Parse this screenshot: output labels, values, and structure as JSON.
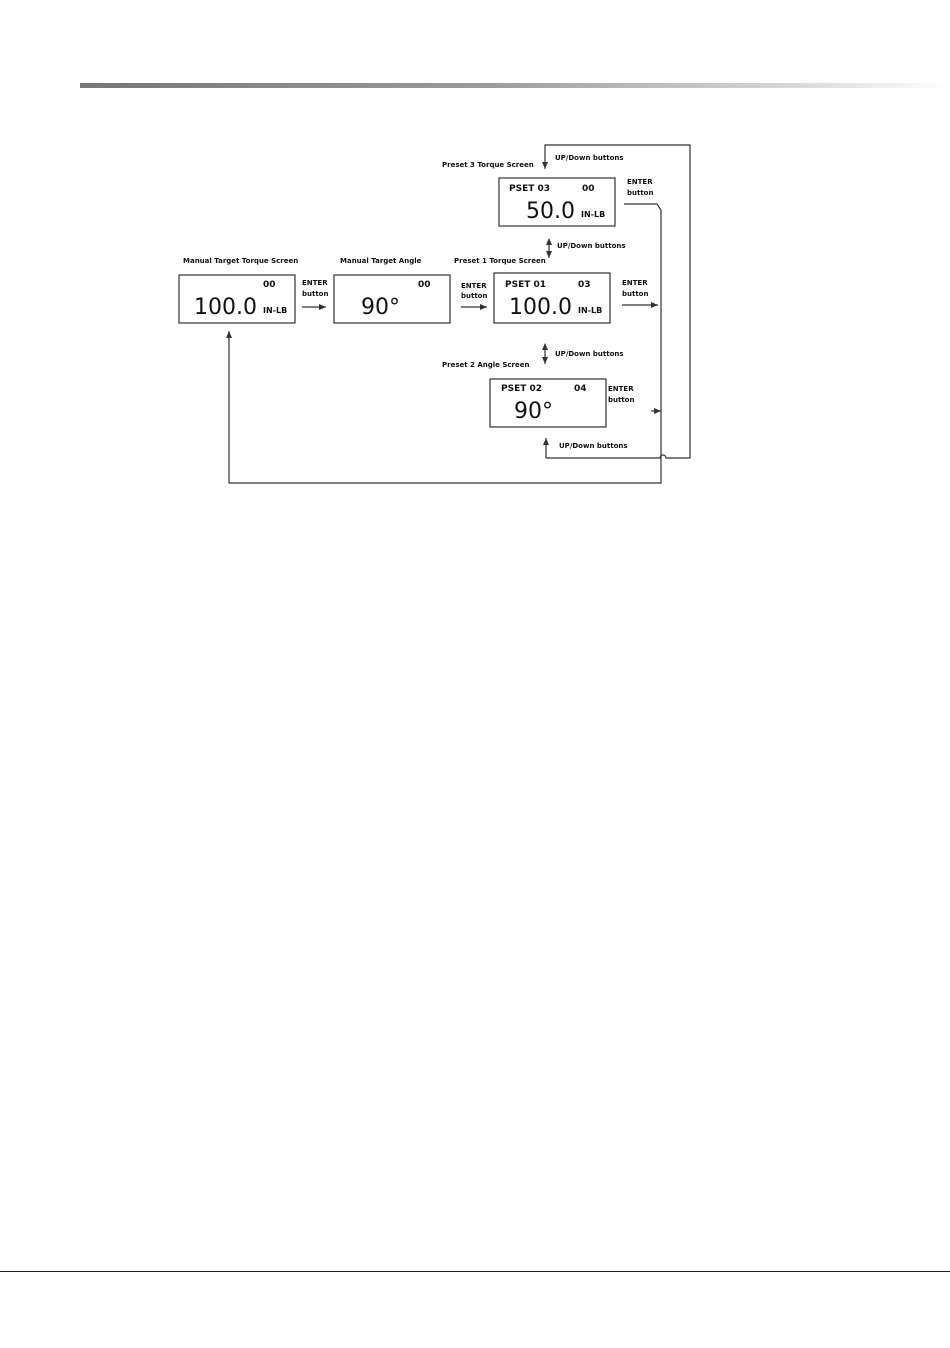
{
  "screens": {
    "manual_torque": {
      "title": "Manual Target Torque Screen",
      "pset": "",
      "count": "00",
      "value": "100.0",
      "unit": "IN-LB"
    },
    "manual_angle": {
      "title": "Manual Target Angle",
      "pset": "",
      "count": "00",
      "value": "90°",
      "unit": ""
    },
    "preset1": {
      "title": "Preset 1 Torque Screen",
      "pset": "PSET 01",
      "count": "03",
      "value": "100.0",
      "unit": "IN-LB"
    },
    "preset3": {
      "title": "Preset 3 Torque Screen",
      "pset": "PSET 03",
      "count": "00",
      "value": "50.0",
      "unit": "IN-LB"
    },
    "preset2": {
      "title": "Preset 2 Angle Screen",
      "pset": "PSET 02",
      "count": "04",
      "value": "90°",
      "unit": ""
    }
  },
  "labels": {
    "enter_line1": "ENTER",
    "enter_line2": "button",
    "updown": "UP/Down buttons"
  }
}
